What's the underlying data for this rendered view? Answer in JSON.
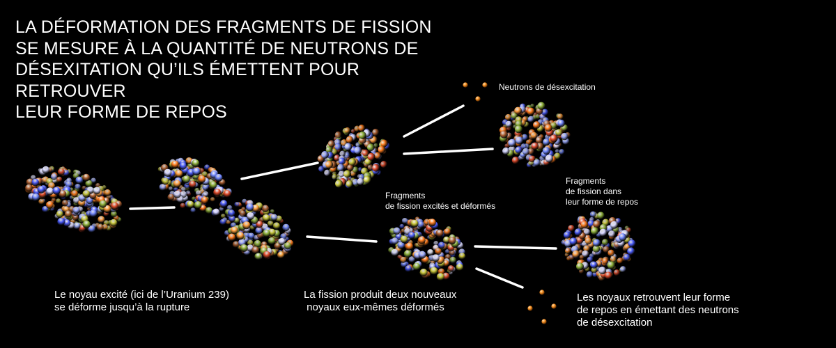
{
  "title": {
    "lines": [
      "LA DÉFORMATION DES FRAGMENTS DE FISSION",
      "SE MESURE À LA QUANTITÉ DE NEUTRONS DE",
      "DÉSEXITATION QU’ILS ÉMETTENT POUR RETROUVER",
      "LEUR FORME DE REPOS"
    ]
  },
  "labels": {
    "neutrons": "Neutrons de désexcitation",
    "excited_fragments": [
      "Fragments",
      "de fission excités et déformés"
    ],
    "rest_fragments": [
      "Fragments",
      "de fission dans",
      "leur forme de repos"
    ],
    "nucleus": [
      "Le noyau excité (ici de l’Uranium 239)",
      "se déforme jusqu’à la rupture"
    ],
    "fission": [
      "La fission produit deux nouveaux",
      " noyaux eux-mêmes déformés"
    ],
    "rest": [
      "Les noyaux retrouvent leur forme",
      "de repos en émettant des neutrons",
      "de désexcitation"
    ]
  },
  "colors": {
    "background": "#000000",
    "text": "#ffffff",
    "neutron": "#f08a1e",
    "nucleon_palette": [
      "#4a5cff",
      "#6f86ff",
      "#9aa8ff",
      "#ff7a1a",
      "#ff9d3a",
      "#c9c93a",
      "#8fb23a",
      "#e04a2a",
      "#d6d6ff",
      "#b06030"
    ]
  }
}
